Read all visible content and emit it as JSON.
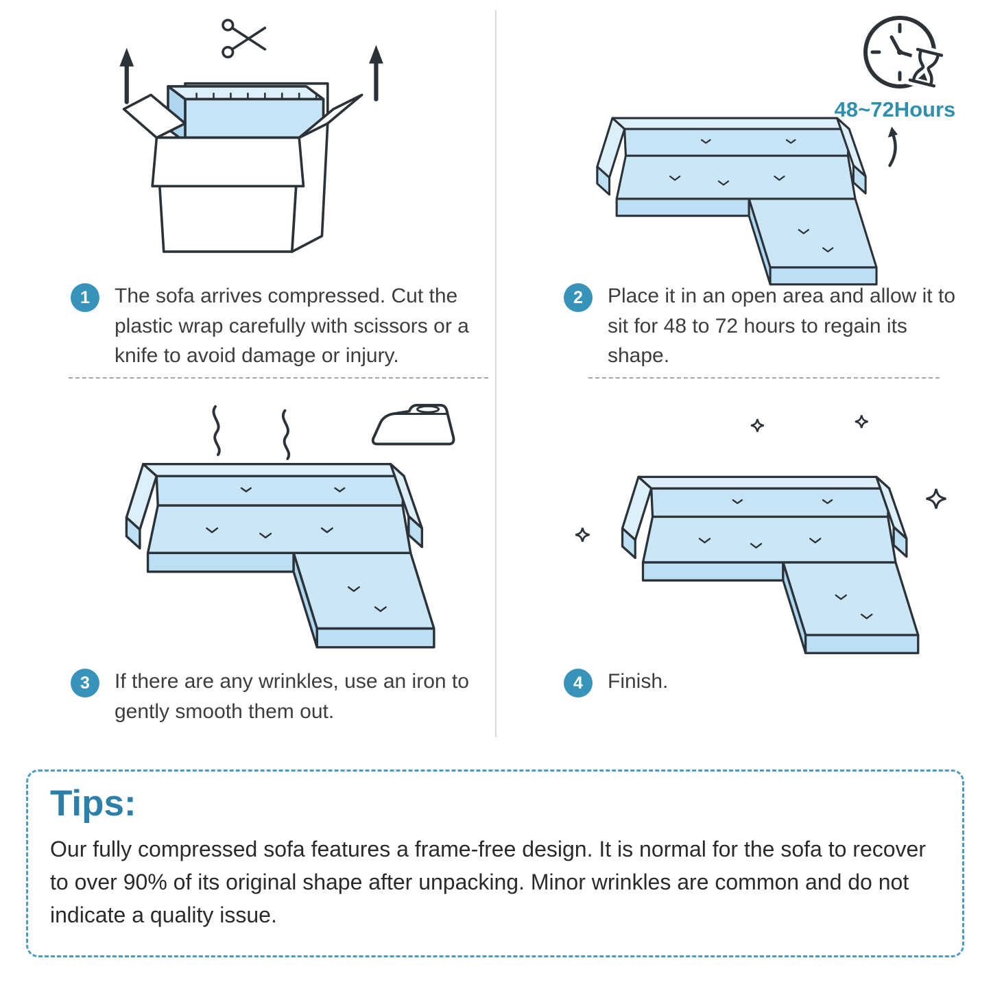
{
  "palette": {
    "badge_background": "#3793BA",
    "sofa_fill": "#CBE7F7",
    "outline": "#2B3238",
    "tips_border": "#4A9CBE",
    "tips_heading_color": "#2B7FA9",
    "duration_text_color": "#2E8FAE"
  },
  "steps": [
    {
      "number": "1",
      "text": "The sofa arrives compressed. Cut the plastic wrap carefully with scissors or a knife to avoid damage or injury.",
      "icons": [
        "scissors-icon",
        "arrow-up-icon",
        "box-with-compressed-sofa-illustration"
      ]
    },
    {
      "number": "2",
      "text": "Place it in an open area and allow it to sit for 48 to 72 hours to regain its shape.",
      "duration_label": "48~72Hours",
      "icons": [
        "clock-icon",
        "hourglass-icon",
        "sectional-sofa-illustration",
        "expand-arrow-icon"
      ]
    },
    {
      "number": "3",
      "text": "If there are any wrinkles, use an iron to gently smooth them out.",
      "icons": [
        "steam-icon",
        "iron-icon",
        "sectional-sofa-illustration"
      ]
    },
    {
      "number": "4",
      "text": "Finish.",
      "icons": [
        "sparkle-icon",
        "sectional-sofa-illustration"
      ]
    }
  ],
  "tips": {
    "heading": "Tips:",
    "body": "Our fully compressed sofa features a frame-free design. It is normal for the sofa to recover to over 90% of its original shape after unpacking. Minor wrinkles are common and do not indicate a quality issue."
  }
}
